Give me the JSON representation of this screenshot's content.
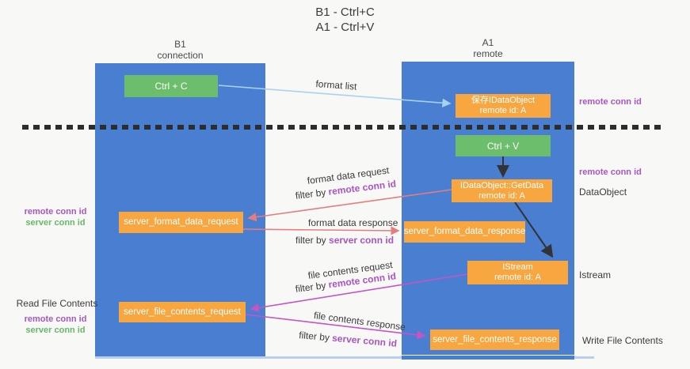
{
  "title": {
    "line1": "B1 - Ctrl+C",
    "line2": "A1 - Ctrl+V"
  },
  "actors": {
    "b1": {
      "name": "B1",
      "role": "connection"
    },
    "a1": {
      "name": "A1",
      "role": "remote"
    }
  },
  "boxes": {
    "ctrl_c": {
      "label": "Ctrl + C"
    },
    "save_idataobject": {
      "line1": "保存IDataObject",
      "line2": "remote id: A"
    },
    "ctrl_v": {
      "label": "Ctrl + V"
    },
    "getdata": {
      "line1": "IDataObject::GetData",
      "line2": "remote id: A"
    },
    "server_format_data_request": {
      "label": "server_format_data_request"
    },
    "server_format_data_response": {
      "label": "server_format_data_response"
    },
    "istream": {
      "line1": "IStream",
      "line2": "remote id: A"
    },
    "server_file_contents_request": {
      "label": "server_file_contents_request"
    },
    "server_file_contents_response": {
      "label": "server_file_contents_response"
    }
  },
  "messages": {
    "format_list": {
      "label": "format list"
    },
    "format_data_request": {
      "label": "format data request",
      "filter_prefix": "filter by ",
      "filter_id": "remote conn id"
    },
    "format_data_response": {
      "label": "format data response",
      "filter_prefix": "filter by ",
      "filter_id": "server conn id"
    },
    "file_contents_request": {
      "label": "file contents request",
      "filter_prefix": "filter by ",
      "filter_id": "remote conn id"
    },
    "file_contents_response": {
      "label": "file contents response",
      "filter_prefix": "filter by ",
      "filter_id": "server conn id"
    }
  },
  "side_labels": {
    "right": {
      "remote_conn_id_1": "remote conn id",
      "remote_conn_id_2": "remote conn id",
      "dataobject": "DataObject",
      "istream": "Istream",
      "write_file_contents": "Write File Contents"
    },
    "left": {
      "remote_conn_id_1": "remote conn id",
      "server_conn_id_1": "server conn id",
      "read_file_contents": "Read File Contents",
      "remote_conn_id_2": "remote conn id",
      "server_conn_id_2": "server conn id"
    }
  },
  "colors": {
    "lifeline_blue": "#4a7ed1",
    "box_green": "#6cbe6c",
    "box_orange": "#f7a640",
    "arrow_light_blue": "#a8d2f0",
    "arrow_black": "#333333",
    "arrow_salmon": "#e77c7c",
    "arrow_magenta": "#c554c5",
    "label_purple": "#a855c4",
    "label_green": "#67b867",
    "background": "#f8f8f7"
  }
}
